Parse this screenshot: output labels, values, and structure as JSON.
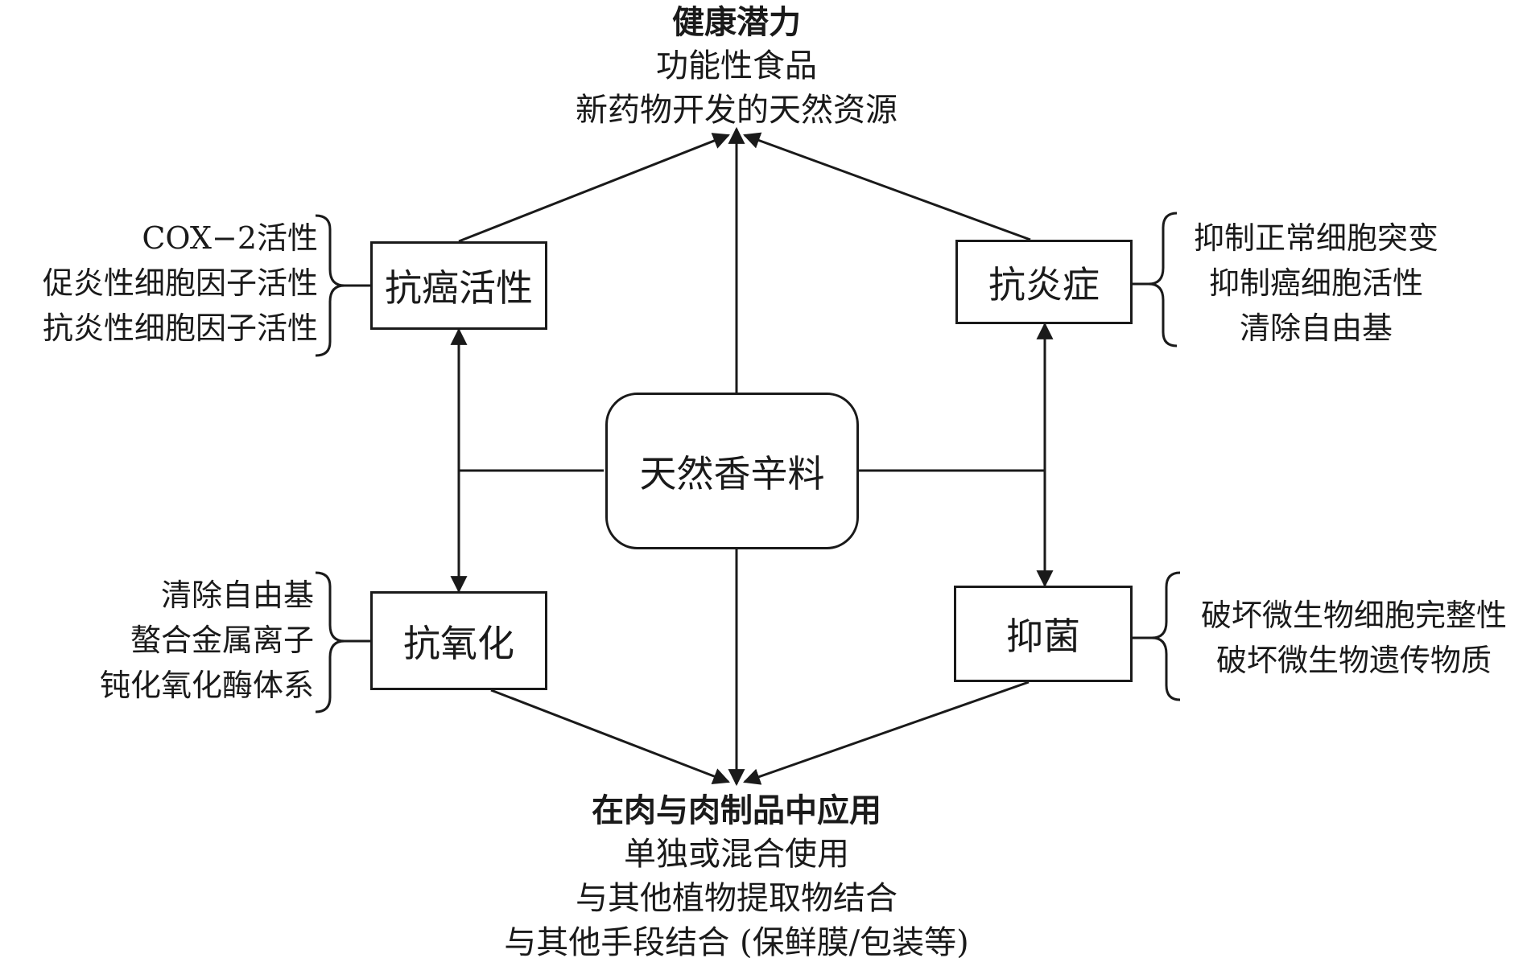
{
  "center": {
    "label": "天然香辛料"
  },
  "top": {
    "title": "健康潜力",
    "lines": [
      "功能性食品",
      "新药物开发的天然资源"
    ]
  },
  "bottom": {
    "title": "在肉与肉制品中应用",
    "lines": [
      "单独或混合使用",
      "与其他植物提取物结合",
      "与其他手段结合 (保鲜膜/包装等)"
    ]
  },
  "nodes": {
    "anticancer": {
      "label": "抗癌活性",
      "details": [
        "COX−2活性",
        "促炎性细胞因子活性",
        "抗炎性细胞因子活性"
      ]
    },
    "antiinflammatory": {
      "label": "抗炎症",
      "details": [
        "抑制正常细胞突变",
        "抑制癌细胞活性",
        "清除自由基"
      ]
    },
    "antioxidant": {
      "label": "抗氧化",
      "details": [
        "清除自由基",
        "螯合金属离子",
        "钝化氧化酶体系"
      ]
    },
    "antibacterial": {
      "label": "抑菌",
      "details": [
        "破坏微生物细胞完整性",
        "破坏微生物遗传物质"
      ]
    }
  },
  "colors": {
    "stroke": "#1a1a1a",
    "background": "#ffffff"
  }
}
